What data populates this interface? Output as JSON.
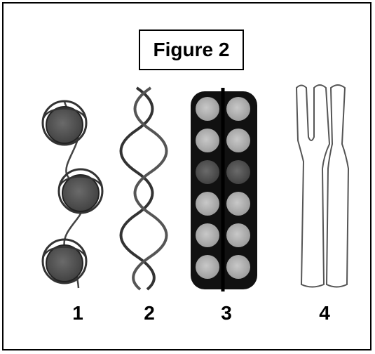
{
  "figure": {
    "title": "Figure 2",
    "panels": [
      {
        "label": "1",
        "icon": "nucleosome-beads-on-string-icon"
      },
      {
        "label": "2",
        "icon": "dna-double-helix-icon"
      },
      {
        "label": "3",
        "icon": "chromatin-fiber-icon"
      },
      {
        "label": "4",
        "icon": "chromosome-icon"
      }
    ]
  }
}
